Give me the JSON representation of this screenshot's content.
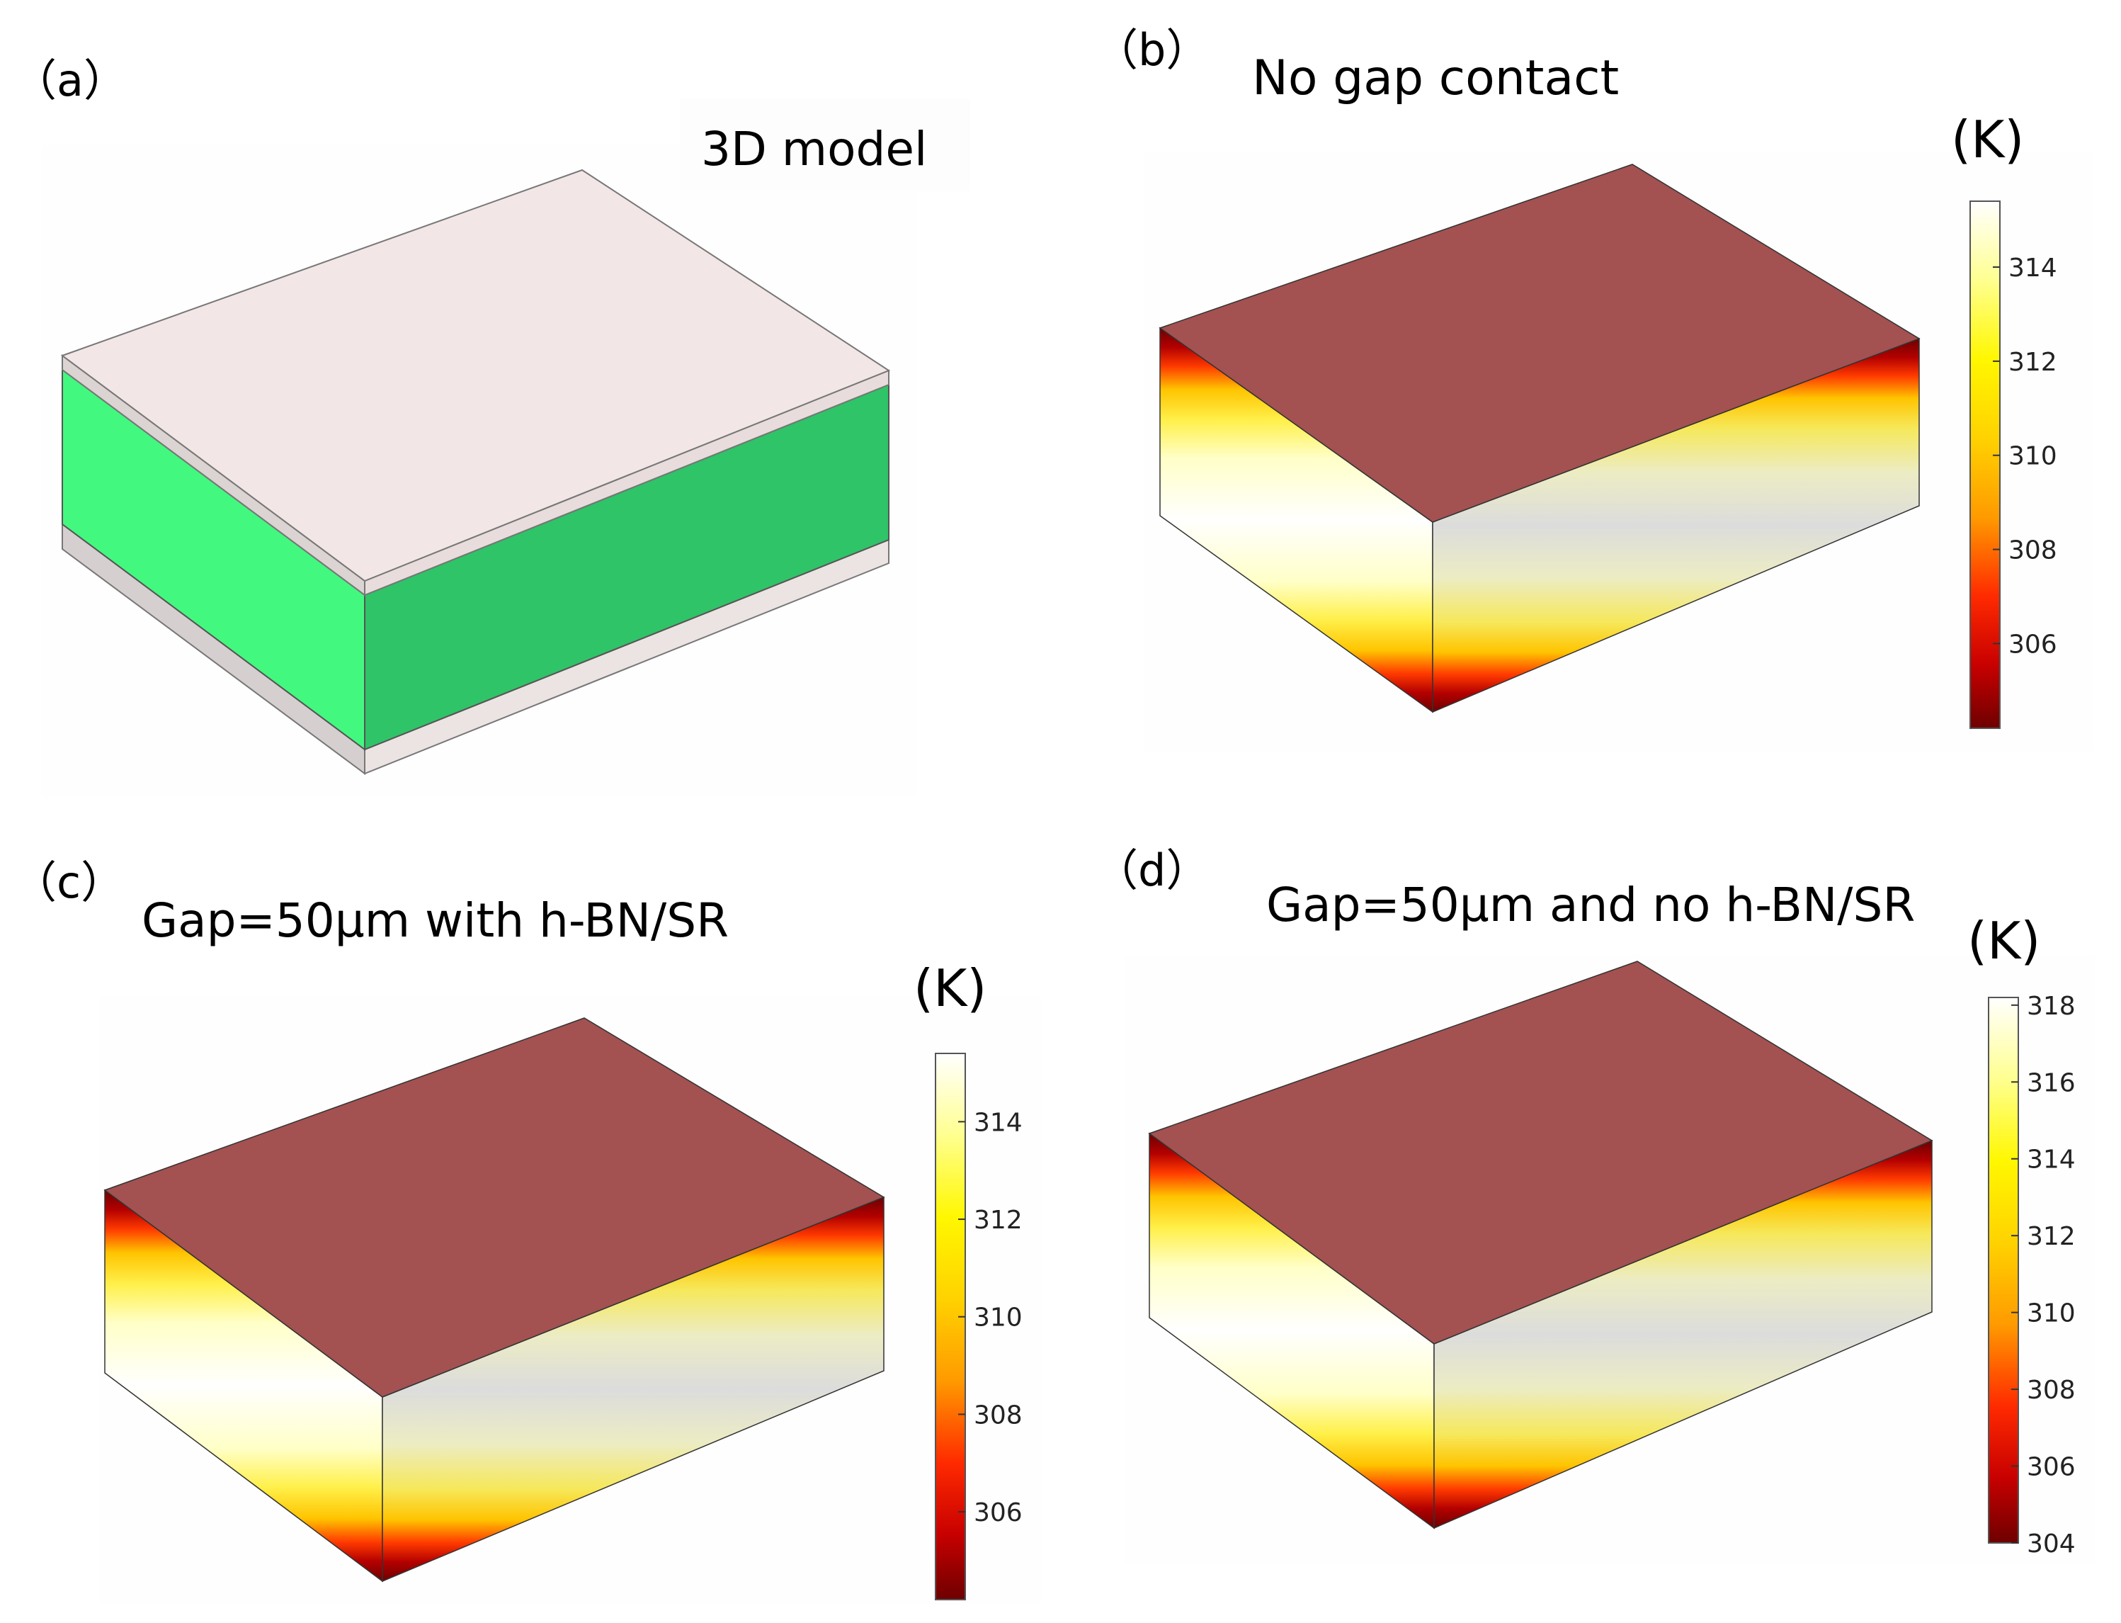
{
  "colors": {
    "top_face": "#a35151",
    "model_top": "#f3e6e6",
    "model_green_front": "#2fc467",
    "model_green_side": "#43f87f",
    "panel_bg": "#fefefe"
  },
  "panels": {
    "a": {
      "label": "（a）",
      "title": "3D model"
    },
    "b": {
      "label": "（b）",
      "title": "No gap contact",
      "unit": "(K)",
      "ticks": [
        "306",
        "308",
        "310",
        "312",
        "314"
      ],
      "range": [
        304.2,
        315.4
      ]
    },
    "c": {
      "label": "（c）",
      "title": "Gap=50μm with h-BN/SR",
      "unit": "(K)",
      "ticks": [
        "306",
        "308",
        "310",
        "312",
        "314"
      ],
      "range": [
        304.2,
        315.4
      ]
    },
    "d": {
      "label": "（d）",
      "title": "Gap=50μm and no h-BN/SR",
      "unit": "(K)",
      "ticks": [
        "304",
        "306",
        "308",
        "310",
        "312",
        "314",
        "316",
        "318"
      ],
      "range": [
        304,
        318.2
      ]
    }
  }
}
